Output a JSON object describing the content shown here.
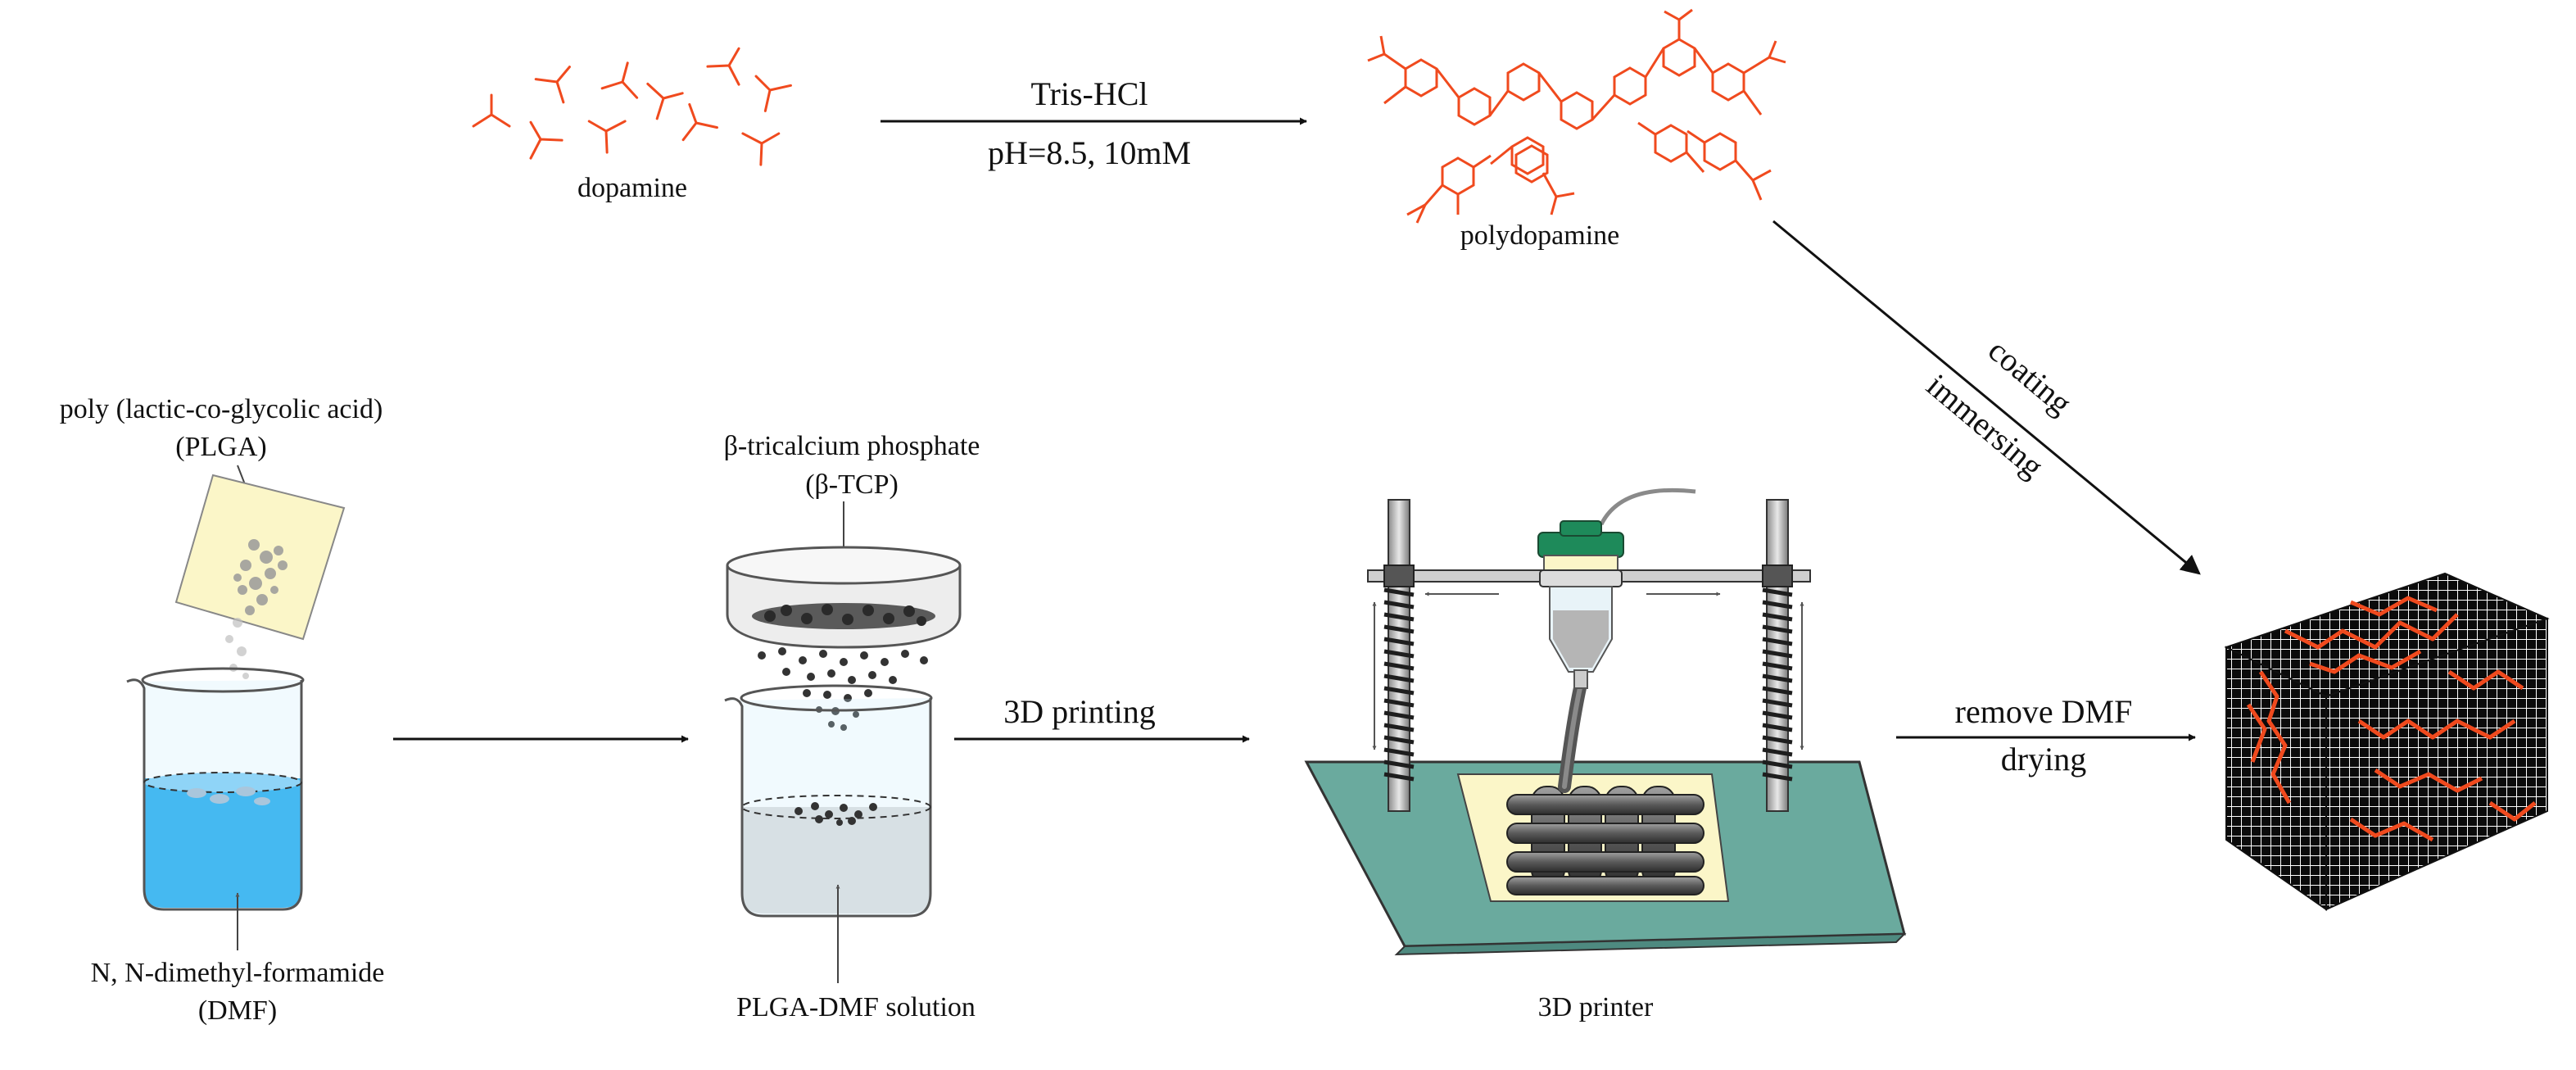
{
  "top": {
    "dopamine_label": "dopamine",
    "reaction_above": "Tris-HCl",
    "reaction_below": "pH=8.5, 10mM",
    "polydopamine_label": "polydopamine",
    "coating_label": "coating",
    "immersing_label": "immersing"
  },
  "plga": {
    "label_line1": "poly (lactic-co-glycolic acid)",
    "label_line2": "(PLGA)"
  },
  "dmf": {
    "label_line1": "N, N-dimethyl-formamide",
    "label_line2": "(DMF)"
  },
  "tcp": {
    "label_line1": "β-tricalcium phosphate",
    "label_line2": "(β-TCP)"
  },
  "solution": {
    "label": "PLGA-DMF solution"
  },
  "printing": {
    "arrow_label": "3D printing",
    "printer_label": "3D printer"
  },
  "final": {
    "arrow_line1": "remove DMF",
    "arrow_line2": "drying"
  },
  "colors": {
    "molecule": "#f04a1e",
    "dmf_liquid": "#1aa8ee",
    "solution_liquid": "#dcdcdc",
    "printer_base": "#6aaa9e",
    "printer_cap": "#1e8a5a",
    "plga_sheet": "#fbf6c8"
  }
}
